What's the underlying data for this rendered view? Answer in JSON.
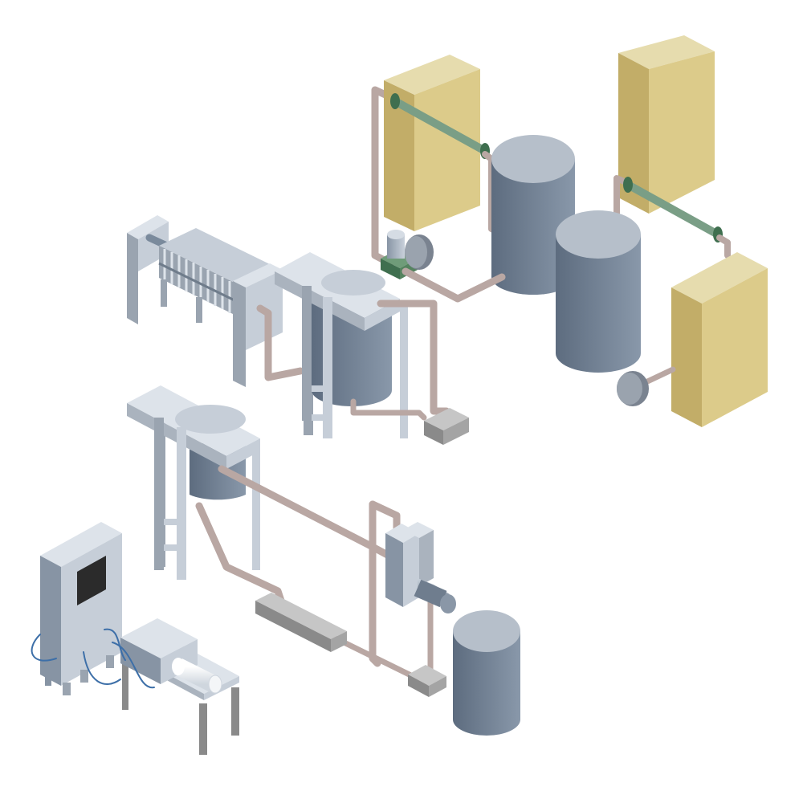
{
  "diagram": {
    "style": "isometric industrial process illustration",
    "labels": [],
    "colors": {
      "background": "#ffffff",
      "cabinet_light": "#e6dcae",
      "cabinet_front": "#dccb8a",
      "cabinet_side": "#c2ad68",
      "tank_top": "#b6bfca",
      "tank_body_dark": "#5d6c7f",
      "tank_body_light": "#8998aa",
      "pipe": "#b9a7a3",
      "pipe_dark": "#9c8884",
      "green_pipe": "#7a9e86",
      "green_flange": "#3f6f4f",
      "steel_light": "#dde3ea",
      "steel_mid": "#c6ced8",
      "steel_dark": "#9aa4b0",
      "block": "#9e9e9e",
      "cable": "#3d6fa8",
      "screen": "#2b2b2b"
    },
    "components": [
      {
        "name": "storage-cabinet-1",
        "type": "cabinet"
      },
      {
        "name": "storage-cabinet-2",
        "type": "cabinet"
      },
      {
        "name": "storage-cabinet-3",
        "type": "cabinet"
      },
      {
        "name": "storage-tank-1",
        "type": "tank"
      },
      {
        "name": "storage-tank-2",
        "type": "tank"
      },
      {
        "name": "storage-tank-3",
        "type": "tank"
      },
      {
        "name": "filter-press",
        "type": "filter-press"
      },
      {
        "name": "mixing-tank-1",
        "type": "mixing-tank"
      },
      {
        "name": "mixing-tank-2",
        "type": "mixing-tank"
      },
      {
        "name": "control-cabinet",
        "type": "control-panel"
      },
      {
        "name": "table-unit",
        "type": "machine"
      },
      {
        "name": "heat-exchanger",
        "type": "exchanger"
      },
      {
        "name": "pump-1",
        "type": "pump"
      },
      {
        "name": "pump-2",
        "type": "pump"
      },
      {
        "name": "motor-wheel",
        "type": "motor"
      }
    ]
  }
}
